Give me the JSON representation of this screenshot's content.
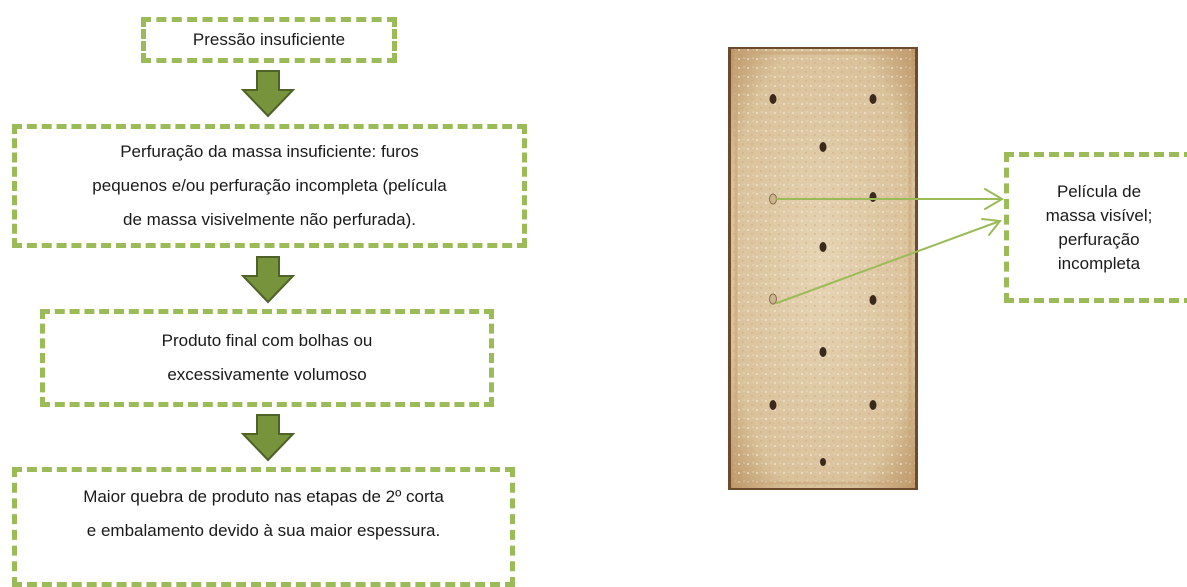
{
  "flowchart": {
    "steps": [
      "Pressão insuficiente",
      "Perfuração da massa insuficiente: furos\npequenos e/ou perfuração incompleta (película\nde massa visivelmente não perfurada).",
      "Produto final com bolhas ou\nexcessivamente volumoso",
      "Maior quebra de produto nas etapas de 2º corta\ne embalamento devido à sua maior espessura."
    ]
  },
  "annotation": {
    "label": "Película de\nmassa visível;\nperfuração\nincompleta"
  },
  "colors": {
    "border": "#9bbb59",
    "arrow_fill": "#77933c",
    "arrow_stroke": "#4f6228",
    "pointer_line": "#9bbb59",
    "biscuit_base": "#d8c3a1",
    "biscuit_edge": "#b48a5a"
  }
}
